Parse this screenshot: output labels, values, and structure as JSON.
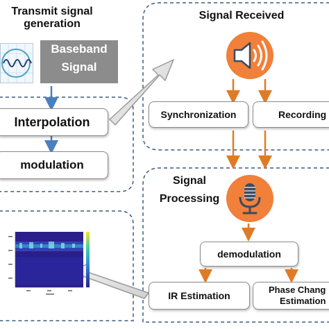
{
  "left_panel": {
    "title_line1": "Transmit signal",
    "title_line2": "generation",
    "baseband_line1": "Baseband",
    "baseband_line2": "Signal",
    "interpolation": "Interpolation",
    "modulation": "modulation"
  },
  "right_top_panel": {
    "title": "Signal Received",
    "synchronization": "Synchronization",
    "recording": "Recording"
  },
  "right_bottom_panel": {
    "title_line1": "Signal",
    "title_line2": "Processing",
    "demodulation": "demodulation",
    "ir_estimation": "IR Estimation",
    "phase_line1": "Phase Chang",
    "phase_line2": "Estimation"
  },
  "icons": {
    "waveform": "sine-wave-icon",
    "speaker": "speaker-icon",
    "microphone": "microphone-icon",
    "spectrogram": "spectrogram-image"
  },
  "colors": {
    "panel_border": "#3d5a80",
    "speaker_orange": "#f0803a",
    "blue_arrow": "#4a7fc0",
    "orange_arrow": "#e07b25"
  }
}
